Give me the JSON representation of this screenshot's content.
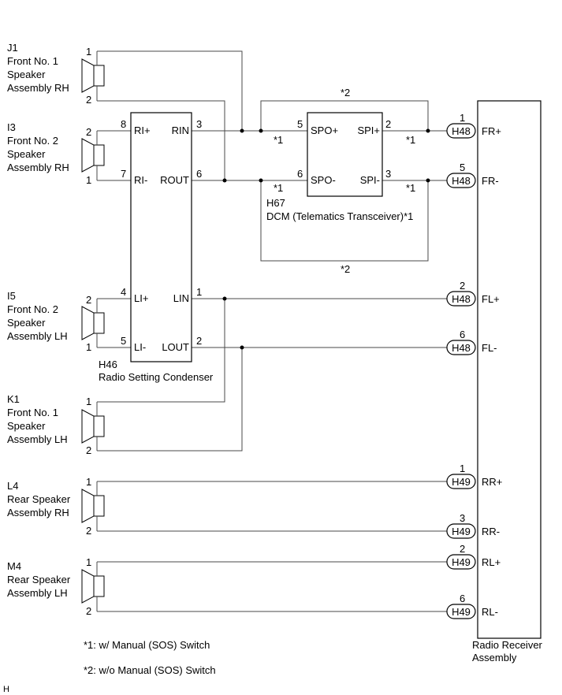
{
  "speakers": {
    "j1": {
      "code": "J1",
      "name_l1": "Front No. 1",
      "name_l2": "Speaker",
      "name_l3": "Assembly RH",
      "pin_a": "1",
      "pin_b": "2"
    },
    "i3": {
      "code": "I3",
      "name_l1": "Front No. 2",
      "name_l2": "Speaker",
      "name_l3": "Assembly RH",
      "pin_a": "2",
      "pin_b": "1"
    },
    "i5": {
      "code": "I5",
      "name_l1": "Front No. 2",
      "name_l2": "Speaker",
      "name_l3": "Assembly LH",
      "pin_a": "2",
      "pin_b": "1"
    },
    "k1": {
      "code": "K1",
      "name_l1": "Front No. 1",
      "name_l2": "Speaker",
      "name_l3": "Assembly LH",
      "pin_a": "1",
      "pin_b": "2"
    },
    "l4": {
      "code": "L4",
      "name_l1": "Rear Speaker",
      "name_l2": "Assembly RH",
      "pin_a": "1",
      "pin_b": "2"
    },
    "m4": {
      "code": "M4",
      "name_l1": "Rear Speaker",
      "name_l2": "Assembly LH",
      "pin_a": "1",
      "pin_b": "2"
    }
  },
  "condenser": {
    "code": "H46",
    "name": "Radio Setting Condenser",
    "pins": {
      "ri_plus": {
        "num": "8",
        "label": "RI+"
      },
      "ri_minus": {
        "num": "7",
        "label": "RI-"
      },
      "rin": {
        "num": "3",
        "label": "RIN"
      },
      "rout": {
        "num": "6",
        "label": "ROUT"
      },
      "li_plus": {
        "num": "4",
        "label": "LI+"
      },
      "li_minus": {
        "num": "5",
        "label": "LI-"
      },
      "lin": {
        "num": "1",
        "label": "LIN"
      },
      "lout": {
        "num": "2",
        "label": "LOUT"
      }
    }
  },
  "dcm": {
    "code": "H67",
    "name": "DCM (Telematics Transceiver)*1",
    "pins": {
      "spo_plus": {
        "num": "5",
        "label": "SPO+"
      },
      "spo_minus": {
        "num": "6",
        "label": "SPO-"
      },
      "spi_plus": {
        "num": "2",
        "label": "SPI+"
      },
      "spi_minus": {
        "num": "3",
        "label": "SPI-"
      }
    }
  },
  "notes_marks": {
    "mark1": "*1",
    "mark2": "*2"
  },
  "radio": {
    "name_l1": "Radio Receiver",
    "name_l2": "Assembly",
    "terminals": [
      {
        "num": "1",
        "conn": "H48",
        "label": "FR+"
      },
      {
        "num": "5",
        "conn": "H48",
        "label": "FR-"
      },
      {
        "num": "2",
        "conn": "H48",
        "label": "FL+"
      },
      {
        "num": "6",
        "conn": "H48",
        "label": "FL-"
      },
      {
        "num": "1",
        "conn": "H49",
        "label": "RR+"
      },
      {
        "num": "3",
        "conn": "H49",
        "label": "RR-"
      },
      {
        "num": "2",
        "conn": "H49",
        "label": "RL+"
      },
      {
        "num": "6",
        "conn": "H49",
        "label": "RL-"
      }
    ]
  },
  "footnotes": {
    "n1": "*1: w/ Manual (SOS) Switch",
    "n2": "*2: w/o Manual (SOS) Switch"
  },
  "corner_mark": "H"
}
